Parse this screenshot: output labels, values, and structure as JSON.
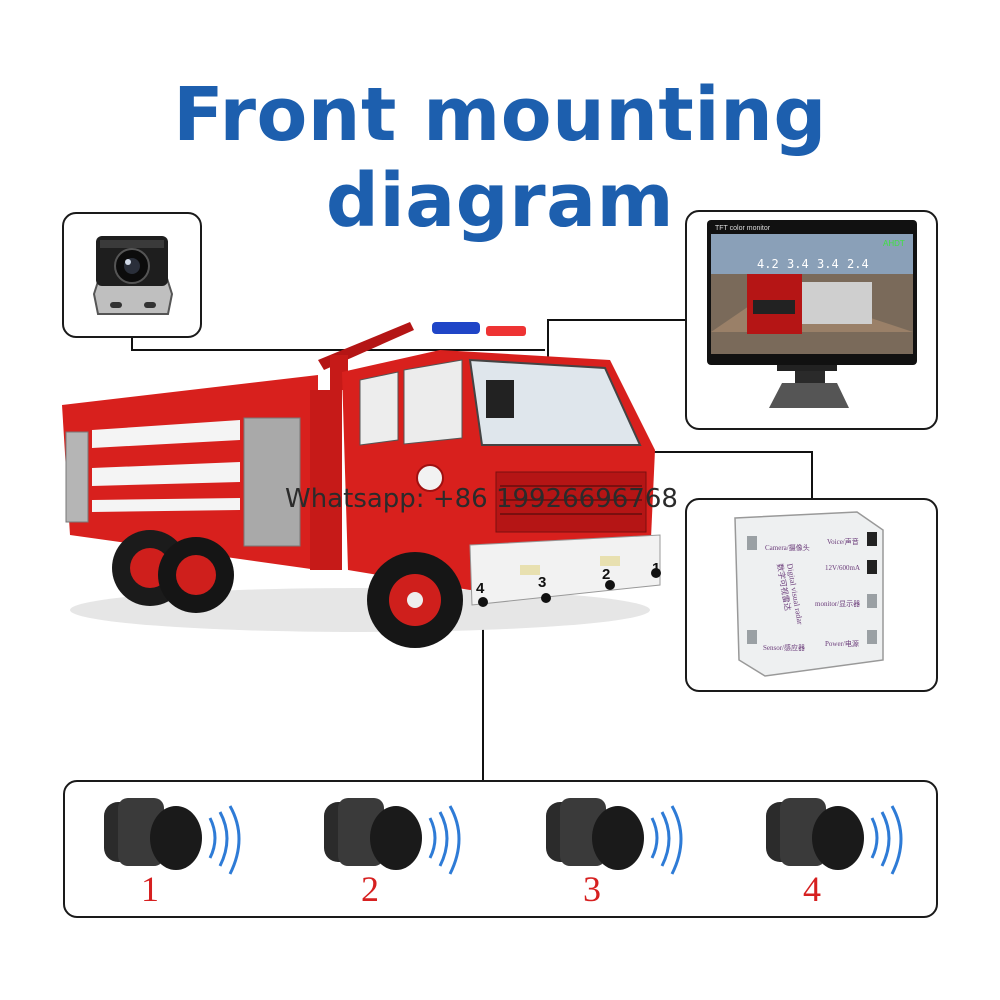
{
  "title": "Front mounting diagram",
  "watermark": "Whatsapp: +86 19926696768",
  "truck_markers": [
    "1",
    "2",
    "3",
    "4"
  ],
  "monitor": {
    "header": "TFT color monitor",
    "badge": "AHDT",
    "readings": [
      "4.2",
      "3.4",
      "3.4",
      "2.4"
    ]
  },
  "radar_box": {
    "camera_port": "Camera/摄像头",
    "voice_port": "Voice/声音",
    "spec": "12V/600mA",
    "name": "Digital visual radar",
    "name_cn": "数字可视雷达",
    "monitor_port": "monitor/显示器",
    "sensor_port": "Sensor/感应器",
    "power_port": "Power/电源"
  },
  "sensors": [
    {
      "label": "1"
    },
    {
      "label": "2"
    },
    {
      "label": "3"
    },
    {
      "label": "4"
    }
  ],
  "colors": {
    "title": "#1d5fae",
    "truck_red": "#d8201d",
    "sensor_number": "#d62020",
    "wave": "#2e7bd6"
  }
}
